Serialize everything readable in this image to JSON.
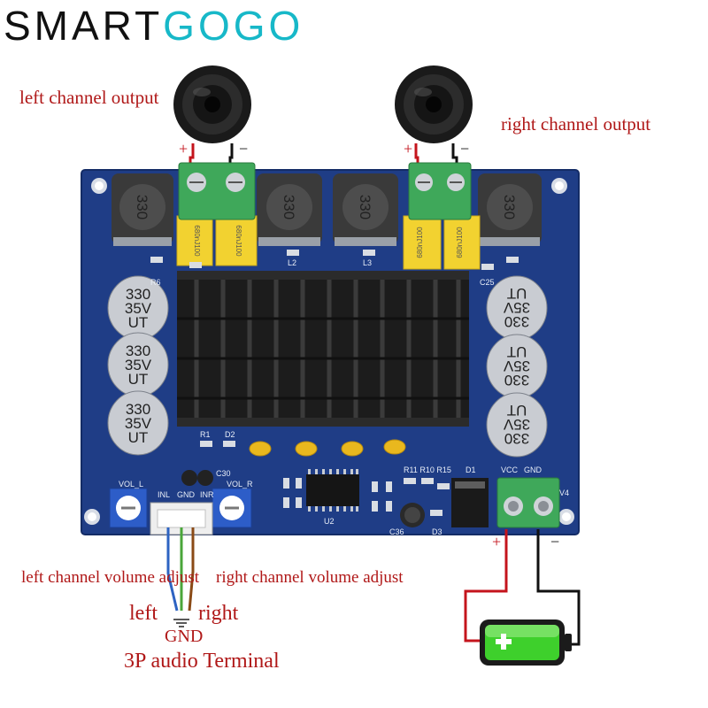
{
  "brand": {
    "part1": "SMART",
    "part2": "GOGO",
    "accent_color": "#17b8c8"
  },
  "labels": {
    "left_output": "left channel output",
    "right_output": "right channel output",
    "left_volume": "left channel volume adjust",
    "right_volume": "right channel volume adjust",
    "left": "left",
    "right": "right",
    "gnd": "GND",
    "terminal": "3P audio Terminal",
    "plus": "+",
    "minus": "−"
  },
  "board": {
    "inductor_text": "330",
    "film_cap_text": "680nJ100",
    "cap_lines": [
      "330",
      "35V",
      "UT"
    ],
    "silk": {
      "vol_l": "VOL_L",
      "vol_r": "VOL_R",
      "inl": "INL",
      "gnd": "GND",
      "inr": "INR",
      "vcc": "VCC",
      "gnd2": "GND",
      "l2": "L2",
      "l3": "L3",
      "u2": "U2",
      "d1": "D1",
      "d2": "D2",
      "r1": "R1",
      "r11": "R11 R10 R15",
      "c30": "C30",
      "c36": "C36",
      "d3": "D3",
      "v4": "V4",
      "r6": "R6",
      "c25": "C25"
    }
  },
  "colors": {
    "pcb": "#1f3d86",
    "wire_red": "#c4141c",
    "wire_black": "#111111",
    "terminal_green": "#3fa85a",
    "film_yellow": "#f2d230",
    "label_red": "#b01818"
  },
  "icons": [
    "speaker-icon",
    "battery-icon",
    "ground-icon"
  ]
}
